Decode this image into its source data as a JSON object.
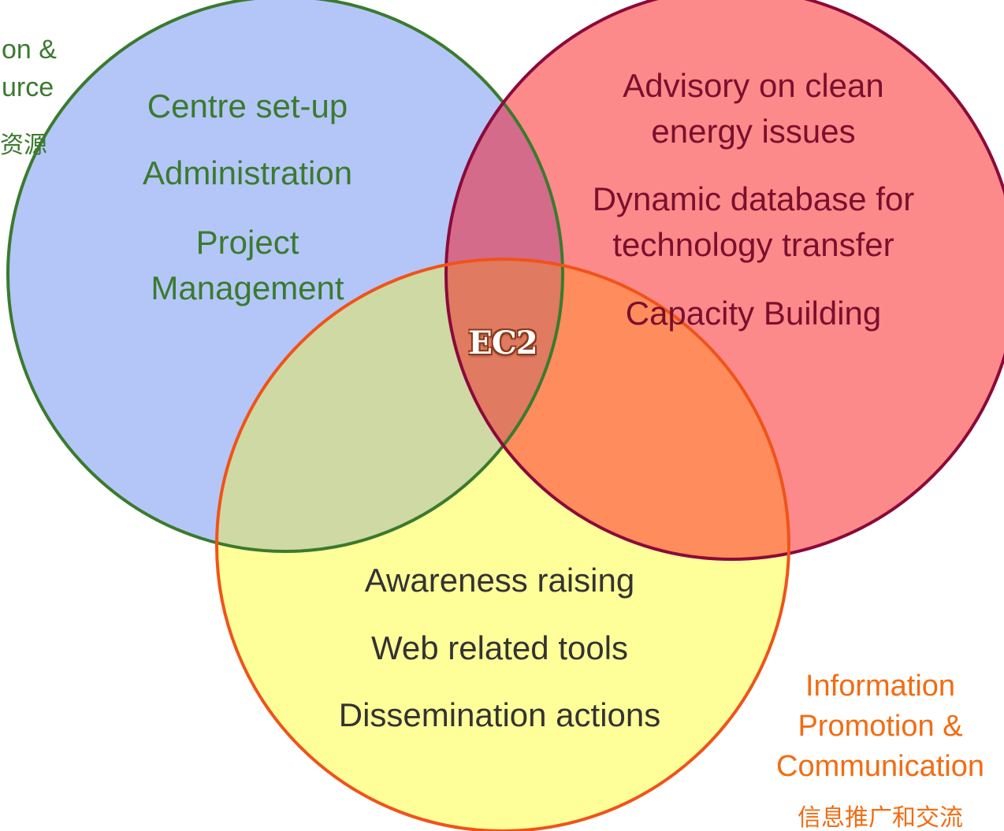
{
  "colors": {
    "admin_fill": "#b4c6f8",
    "admin_stroke": "#3b7a2e",
    "advisory_fill": "#fd8a8a",
    "advisory_stroke": "#8b0a3a",
    "info_fill": "#ffff99",
    "info_stroke": "#f0531a",
    "overlap_admin_advisory": "#d46b8a",
    "overlap_admin_info": "#cfd9a3",
    "overlap_advisory_info": "#ff8c5c",
    "overlap_center": "#e07a60"
  },
  "center_label": "EC2",
  "admin": {
    "partial_line1": "on &",
    "partial_line2": "urce",
    "partial_cn": "资源",
    "items": [
      "Centre set-up",
      "Administration",
      "Project\nManagement"
    ]
  },
  "advisory": {
    "items": [
      "Advisory on clean\nenergy issues",
      "Dynamic database for\ntechnology transfer",
      "Capacity Building"
    ]
  },
  "info": {
    "items": [
      "Awareness raising",
      "Web related tools",
      "Dissemination actions"
    ],
    "title_line1": "Information",
    "title_line2": "Promotion &",
    "title_line3": "Communication",
    "title_cn": "信息推广和交流"
  }
}
